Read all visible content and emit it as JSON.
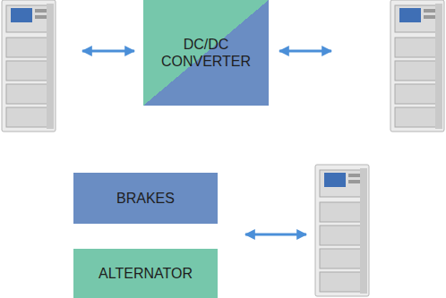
{
  "diagram": {
    "nodes": [
      {
        "text": [
          "DC/DC CONVERTER"
        ]
      },
      {
        "text": [
          "BRAKES"
        ]
      },
      {
        "text": [
          "ALTERNATOR"
        ]
      }
    ]
  }
}
